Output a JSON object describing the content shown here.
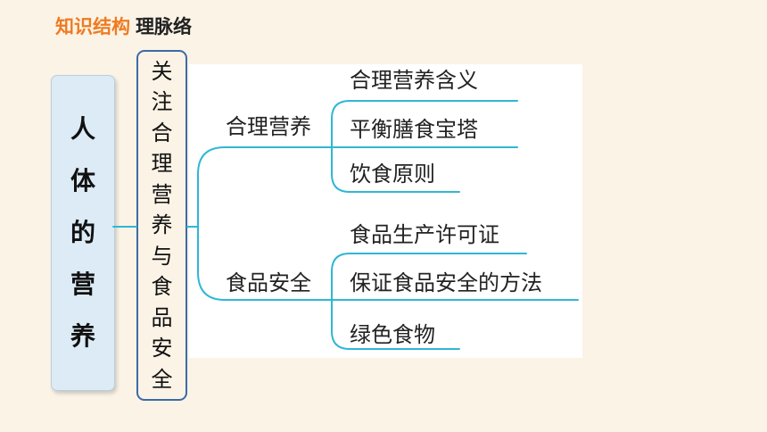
{
  "header": {
    "section": "知识结构",
    "subtitle": "理脉络"
  },
  "root": {
    "label": "人体的营养",
    "chars": [
      "人",
      "体",
      "的",
      "营",
      "养"
    ]
  },
  "sub": {
    "label": "关注合理营养与食品安全",
    "chars": [
      "关",
      "注",
      "合",
      "理",
      "营",
      "养",
      "与",
      "食",
      "品",
      "安",
      "全"
    ]
  },
  "branches": [
    {
      "label": "合理营养",
      "children": [
        "合理营养含义",
        "平衡膳食宝塔",
        "饮食原则"
      ]
    },
    {
      "label": "食品安全",
      "children": [
        "食品生产许可证",
        "保证食品安全的方法",
        "绿色食物"
      ]
    }
  ],
  "colors": {
    "accent": "#ee7b21",
    "line": "#2fb7d5",
    "border": "#3c6ba5",
    "background": "#fbf3e6",
    "root_fill": "#dcebf5"
  }
}
